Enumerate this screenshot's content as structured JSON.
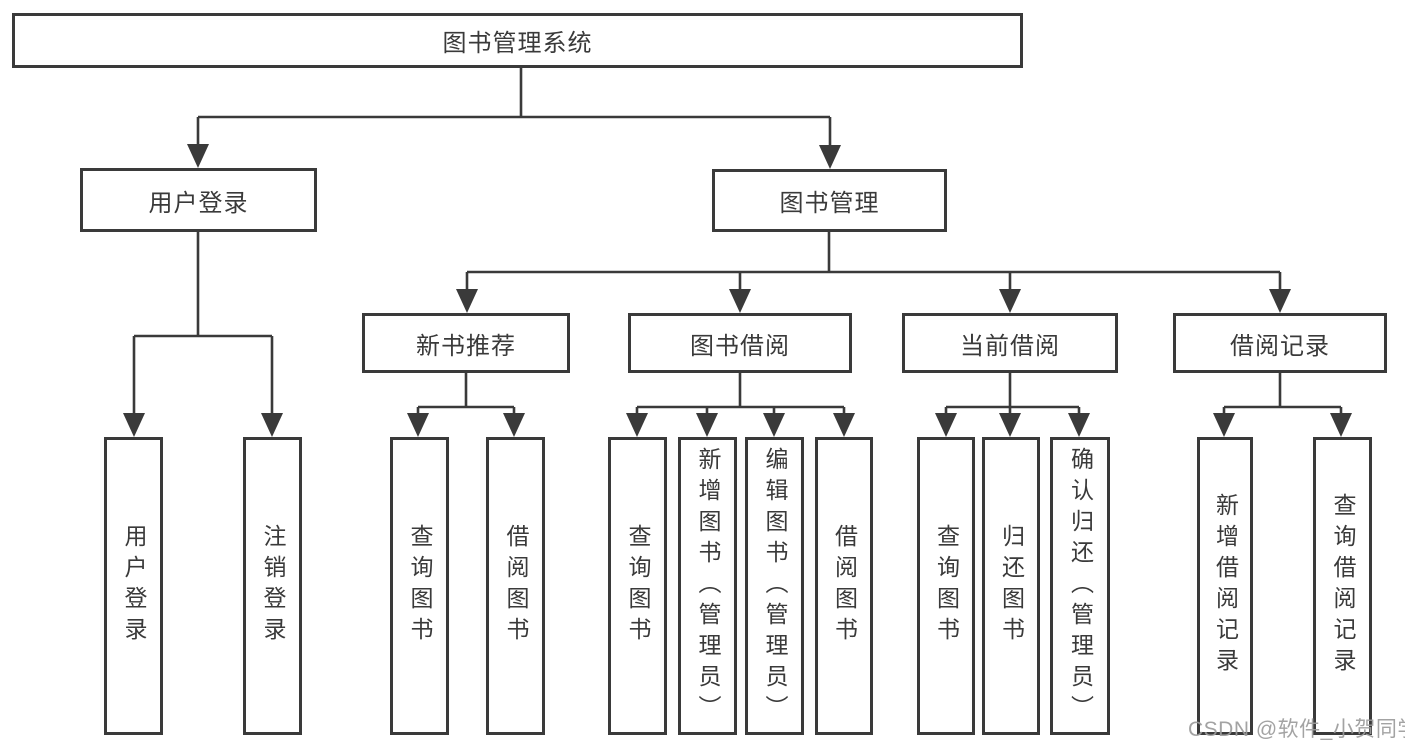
{
  "nodes": {
    "root": "图书管理系统",
    "user_login": "用户登录",
    "book_management": "图书管理",
    "new_book_recommend": "新书推荐",
    "book_borrowing": "图书借阅",
    "current_borrowing": "当前借阅",
    "borrowing_records": "借阅记录",
    "leaf_user_login": "用户登录",
    "leaf_logout": "注销登录",
    "leaf_query_books_recommend": "查询图书",
    "leaf_borrow_books_recommend": "借阅图书",
    "leaf_query_books_borrowing": "查询图书",
    "leaf_add_books_admin": "新增图书（管理员）",
    "leaf_edit_books_admin": "编辑图书（管理员）",
    "leaf_borrow_books_borrowing": "借阅图书",
    "leaf_query_books_current": "查询图书",
    "leaf_return_books": "归还图书",
    "leaf_confirm_return_admin": "确认归还（管理员）",
    "leaf_add_borrow_record": "新增借阅记录",
    "leaf_query_borrow_record": "查询借阅记录"
  },
  "watermark": "CSDN @软件_小贺同学",
  "colors": {
    "line": "#3a3a3a",
    "text": "#3a3a3a",
    "watermark": "#9c9c9c",
    "background": "#ffffff"
  }
}
